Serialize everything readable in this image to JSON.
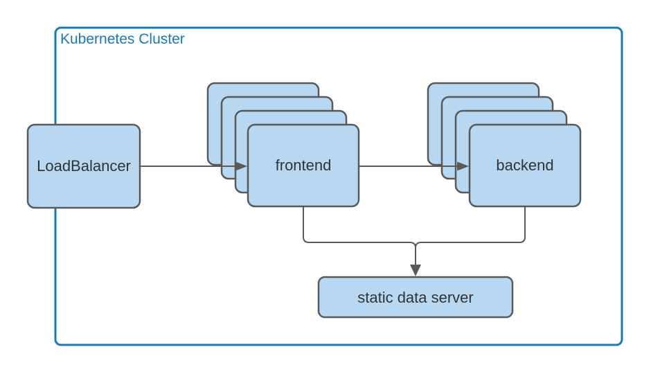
{
  "diagram": {
    "cluster": {
      "label": "Kubernetes Cluster"
    },
    "nodes": {
      "loadbalancer": {
        "label": "LoadBalancer",
        "replicas": 1
      },
      "frontend": {
        "label": "frontend",
        "replicas": 4
      },
      "backend": {
        "label": "backend",
        "replicas": 4
      },
      "static_data_server": {
        "label": "static data server",
        "replicas": 1
      }
    },
    "edges": [
      {
        "from": "loadbalancer",
        "to": "frontend",
        "arrow": true
      },
      {
        "from": "frontend",
        "to": "backend",
        "arrow": true
      },
      {
        "from": "frontend",
        "to": "static_data_server",
        "arrow": true
      },
      {
        "from": "backend",
        "to": "static_data_server",
        "arrow": true
      }
    ],
    "colors": {
      "node_fill": "#B8D7F0",
      "node_border": "#595959",
      "edge": "#595959",
      "text": "#333333",
      "cluster_border": "#1779BA"
    }
  }
}
